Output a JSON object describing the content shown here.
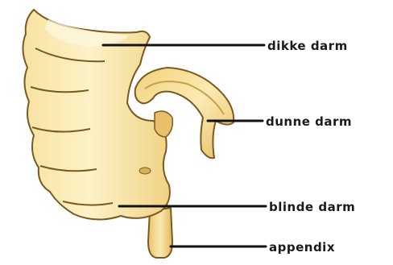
{
  "labels": {
    "large_intestine": "dikke darm",
    "small_intestine": "dunne darm",
    "cecum": "blinde darm",
    "appendix": "appendix"
  },
  "colors": {
    "tissue_light": "#fbeebb",
    "tissue_mid": "#f2d682",
    "tissue_dark": "#d9b05a",
    "outline": "#7a5a20",
    "leader_line": "#111111",
    "text": "#1a1a1a",
    "background": "#ffffff"
  }
}
